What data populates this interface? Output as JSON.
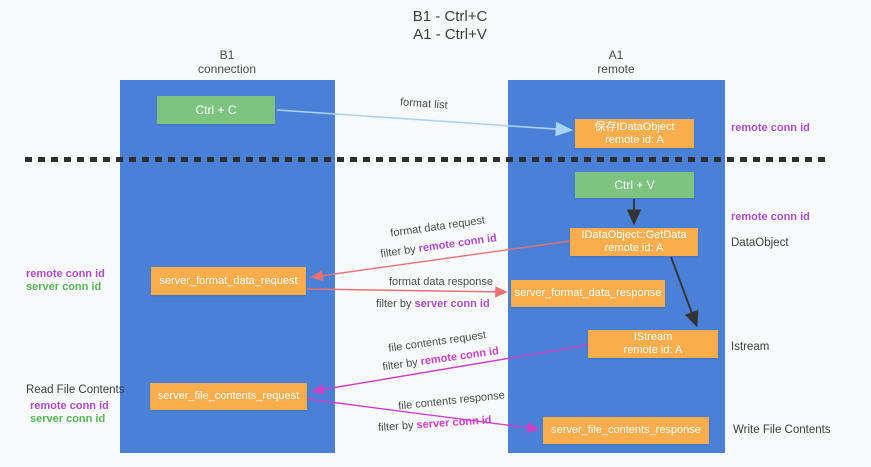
{
  "title": {
    "line1": "B1 - Ctrl+C",
    "line2": "A1 - Ctrl+V"
  },
  "columns": {
    "left": {
      "name": "B1",
      "subtitle": "connection"
    },
    "right": {
      "name": "A1",
      "subtitle": "remote"
    }
  },
  "nodes": {
    "ctrl_c": "Ctrl + C",
    "ctrl_v": "Ctrl + V",
    "save_idataobject": {
      "line1": "保存IDataObject",
      "line2": "remote id: A"
    },
    "getdata": {
      "line1": "IDataObject::GetData",
      "line2": "remote id: A"
    },
    "istream": {
      "line1": "IStream",
      "line2": "remote id: A"
    },
    "server_format_data_request": "server_format_data_request",
    "server_format_data_response": "server_format_data_response",
    "server_file_contents_request": "server_file_contents_request",
    "server_file_contents_response": "server_file_contents_response"
  },
  "edge_labels": {
    "format_list": "format list",
    "format_data_request": "format data request",
    "format_data_response": "format data response",
    "file_contents_request": "file contents request",
    "file_contents_response": "file contents response"
  },
  "shared": {
    "filter_by": "filter by",
    "remote_conn_id": "remote conn id",
    "server_conn_id": "server conn id"
  },
  "side_labels": {
    "dataobject": "DataObject",
    "istream": "Istream",
    "read_file_contents": "Read File Contents",
    "write_file_contents": "Write File Contents"
  },
  "colors": {
    "column_blue": "#4a80d6",
    "box_green": "#7cc47f",
    "box_orange": "#f9ad4c",
    "arrow_light_blue": "#aad4f5",
    "arrow_black": "#333333",
    "arrow_salmon": "#e87272",
    "arrow_magenta": "#cb40c6",
    "text_purple": "#ab4ec6",
    "text_green": "#57b657"
  }
}
